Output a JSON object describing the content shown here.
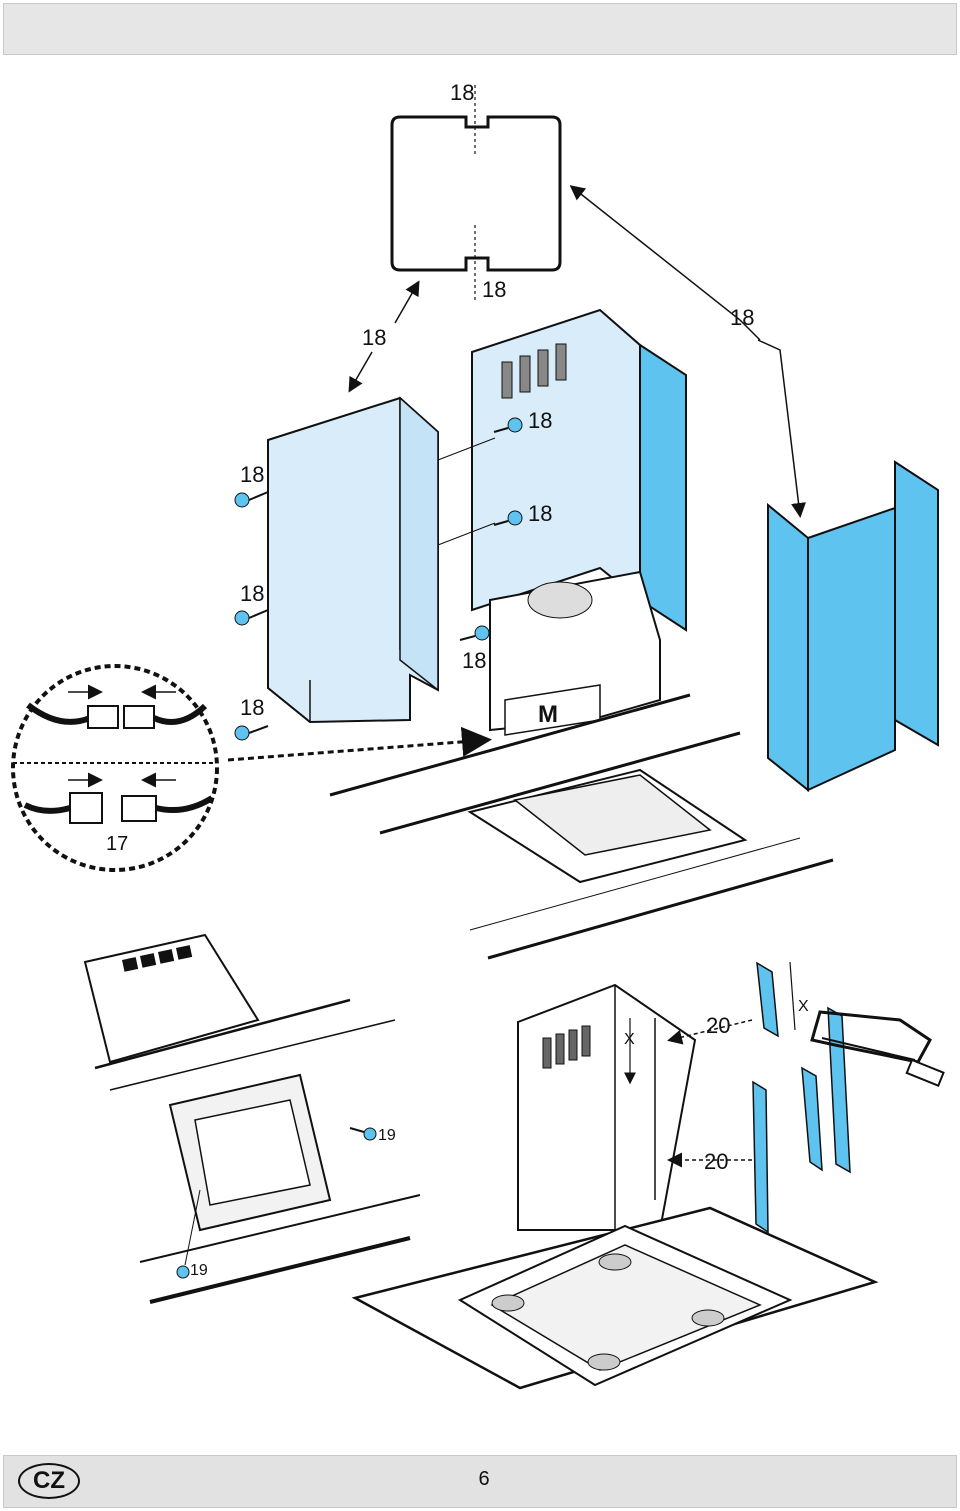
{
  "footer": {
    "language_code": "CZ",
    "page_number": "6"
  },
  "callouts": {
    "duct_section": "18",
    "duct_seam": "18",
    "left_panel": "18",
    "right_panel": "18",
    "screw_upper": "18",
    "screw_mid": "18",
    "screw_left_1": "18",
    "screw_left_2": "18",
    "screw_base": "18",
    "screw_left_3": "18",
    "connector": "17",
    "motor": "M",
    "filter_screw_1": "19",
    "filter_screw_2": "19",
    "trim_upper": "20",
    "trim_lower": "20",
    "measure_x_1": "X",
    "measure_x_2": "X"
  },
  "colors": {
    "panel_light": "#d9ecfa",
    "panel_blue": "#5fc3f0",
    "line": "#111111"
  }
}
